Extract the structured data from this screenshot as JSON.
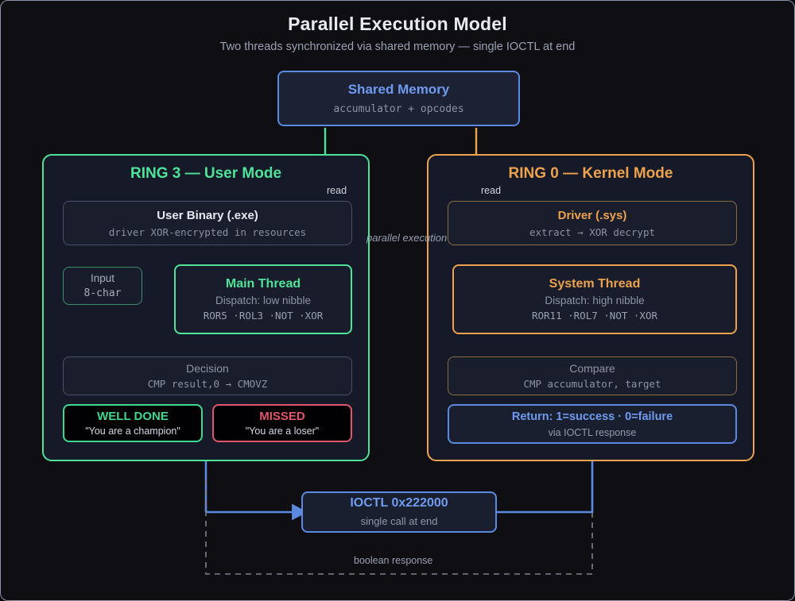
{
  "header": {
    "title": "Parallel Execution Model",
    "subtitle": "Two threads synchronized via shared memory — single IOCTL at end"
  },
  "colors": {
    "background": "#0e0e13",
    "user_mode_green": "#4fe39a",
    "kernel_mode_orange": "#eda24e",
    "blue": "#5b8ae0",
    "success_green": "#3fd98e",
    "failure_red": "#e0566b",
    "muted_text": "#8e95a7"
  },
  "shared_memory": {
    "title": "Shared Memory",
    "subtitle": "accumulator + opcodes"
  },
  "ring3": {
    "title": "RING 3 — User Mode",
    "user_binary": {
      "title": "User Binary (.exe)",
      "subtitle": "driver XOR-encrypted in resources"
    },
    "input": {
      "line1": "Input",
      "line2": "8-char"
    },
    "thread": {
      "title": "Main Thread",
      "subtitle": "Dispatch: low nibble",
      "ops": "ROR5 ·ROL3 ·NOT ·XOR"
    },
    "decision": {
      "title": "Decision",
      "subtitle": "CMP result,0 → CMOVZ"
    },
    "well_done": {
      "title": "WELL DONE",
      "subtitle": "\"You are a champion\""
    },
    "missed": {
      "title": "MISSED",
      "subtitle": "\"You are a loser\""
    }
  },
  "ring0": {
    "title": "RING 0 — Kernel Mode",
    "driver": {
      "title": "Driver (.sys)",
      "subtitle": "extract → XOR decrypt"
    },
    "thread": {
      "title": "System Thread",
      "subtitle": "Dispatch: high nibble",
      "ops": "ROR11 ·ROL7 ·NOT ·XOR"
    },
    "compare": {
      "title": "Compare",
      "subtitle": "CMP accumulator, target"
    },
    "return": {
      "title": "Return: 1=success · 0=failure",
      "subtitle": "via IOCTL response"
    }
  },
  "ioctl": {
    "title": "IOCTL 0x222000",
    "subtitle": "single call at end"
  },
  "edges": {
    "read_left": "read",
    "read_right": "read",
    "parallel": "parallel execution",
    "boolean": "boolean response"
  }
}
